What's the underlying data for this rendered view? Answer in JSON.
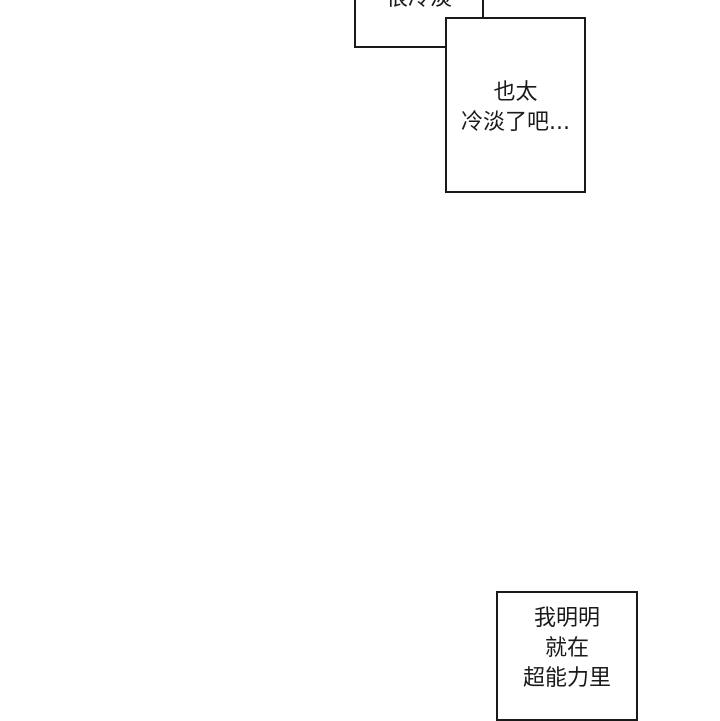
{
  "panel": {
    "top_bubble": {
      "cut_line": "很冷淡",
      "line1": "也太",
      "line2": "冷淡了吧..."
    },
    "bottom_bubble": {
      "line1": "我明明",
      "line2": "就在",
      "line3": "超能力里"
    }
  },
  "colors": {
    "background": "#ffffff",
    "ink": "#1a1a1a"
  }
}
